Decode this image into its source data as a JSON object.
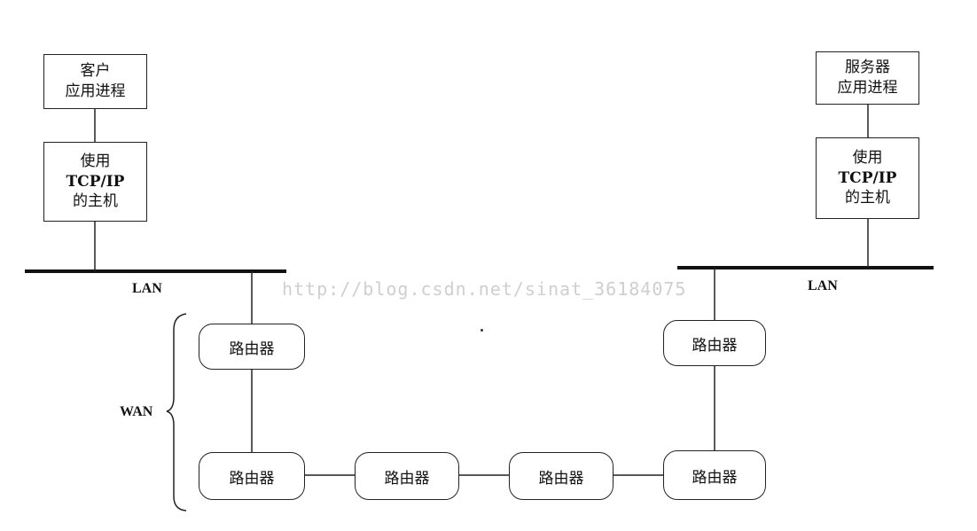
{
  "client": {
    "app_line1": "客户",
    "app_line2": "应用进程",
    "host_line1": "使用",
    "host_line2": "TCP/IP",
    "host_line3": "的主机"
  },
  "server": {
    "app_line1": "服务器",
    "app_line2": "应用进程",
    "host_line1": "使用",
    "host_line2": "TCP/IP",
    "host_line3": "的主机"
  },
  "labels": {
    "lan_left": "LAN",
    "lan_right": "LAN",
    "wan": "WAN"
  },
  "routers": [
    {
      "label": "路由器"
    },
    {
      "label": "路由器"
    },
    {
      "label": "路由器"
    },
    {
      "label": "路由器"
    },
    {
      "label": "路由器"
    },
    {
      "label": "路由器"
    }
  ],
  "watermark": "http://blog.csdn.net/sinat_36184075"
}
